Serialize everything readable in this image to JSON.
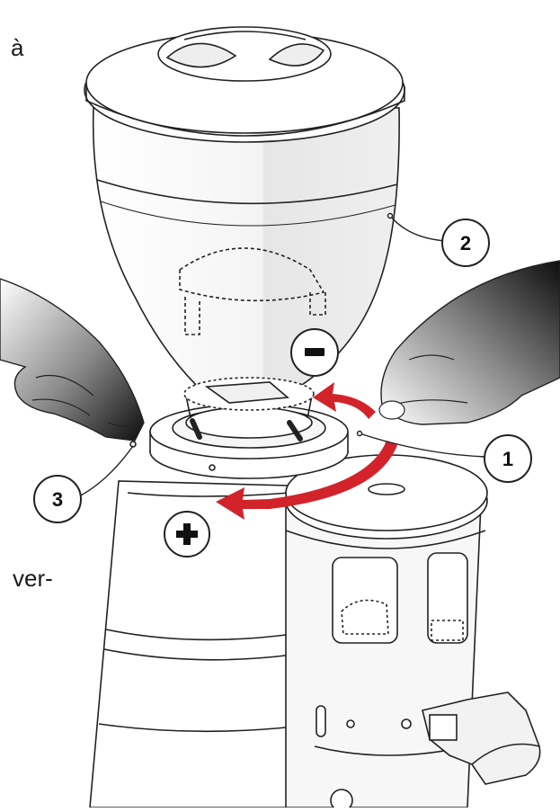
{
  "text_fragments": {
    "top": "à",
    "middle": "ver-"
  },
  "callouts": [
    {
      "id": "1",
      "label": "1"
    },
    {
      "id": "2",
      "label": "2"
    },
    {
      "id": "3",
      "label": "3"
    }
  ],
  "symbols": {
    "minus": "-",
    "plus": "+"
  },
  "colors": {
    "arrow": "#d2232a",
    "outline": "#222222",
    "hand_dark": "#151515"
  }
}
